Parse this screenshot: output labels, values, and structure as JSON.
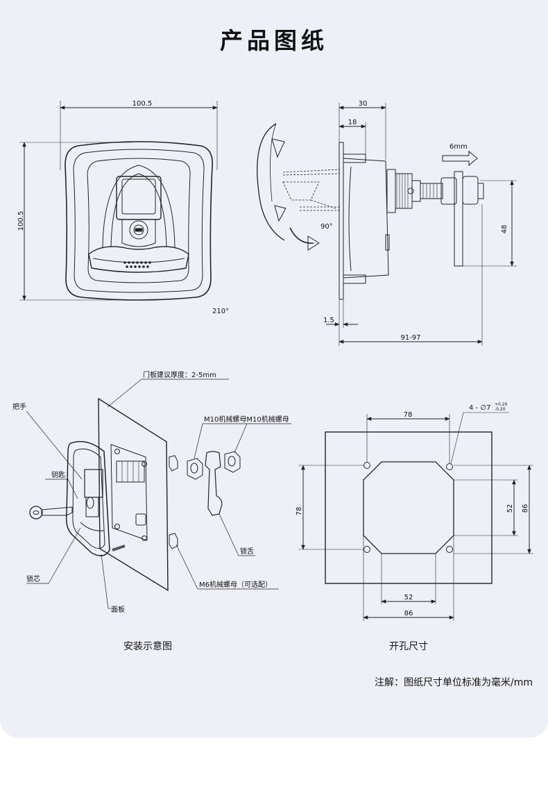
{
  "title": "产品图纸",
  "front_view": {
    "width_label": "100.5",
    "height_label": "100.5",
    "rotation_label": "210°"
  },
  "side_view": {
    "dim_30": "30",
    "dim_18": "18",
    "stroke": "6mm",
    "angle": "90°",
    "dim_48": "48",
    "dim_15": "1.5",
    "dim_9197": "91-97"
  },
  "install": {
    "caption": "安装示意图",
    "door_thickness": "门板建议厚度：2-5mm",
    "handle": "把手",
    "key": "钥匙",
    "lock_core": "锁芯",
    "panel": "面板",
    "nut_m10": "M10机械螺母M10机械螺母",
    "tongue": "锁舌",
    "nut_m6": "M6机械螺母（可选配）"
  },
  "cutout": {
    "caption": "开孔尺寸",
    "hole_spec": "4 - ∅7",
    "tol_plus": "+0.20",
    "tol_minus": "-0.20",
    "dim_78_top": "78",
    "dim_78_left": "78",
    "dim_52_right": "52",
    "dim_86_right": "86",
    "dim_52_bottom": "52",
    "dim_86_bottom": "86"
  },
  "note": "注解：图纸尺寸单位标准为毫米/mm"
}
